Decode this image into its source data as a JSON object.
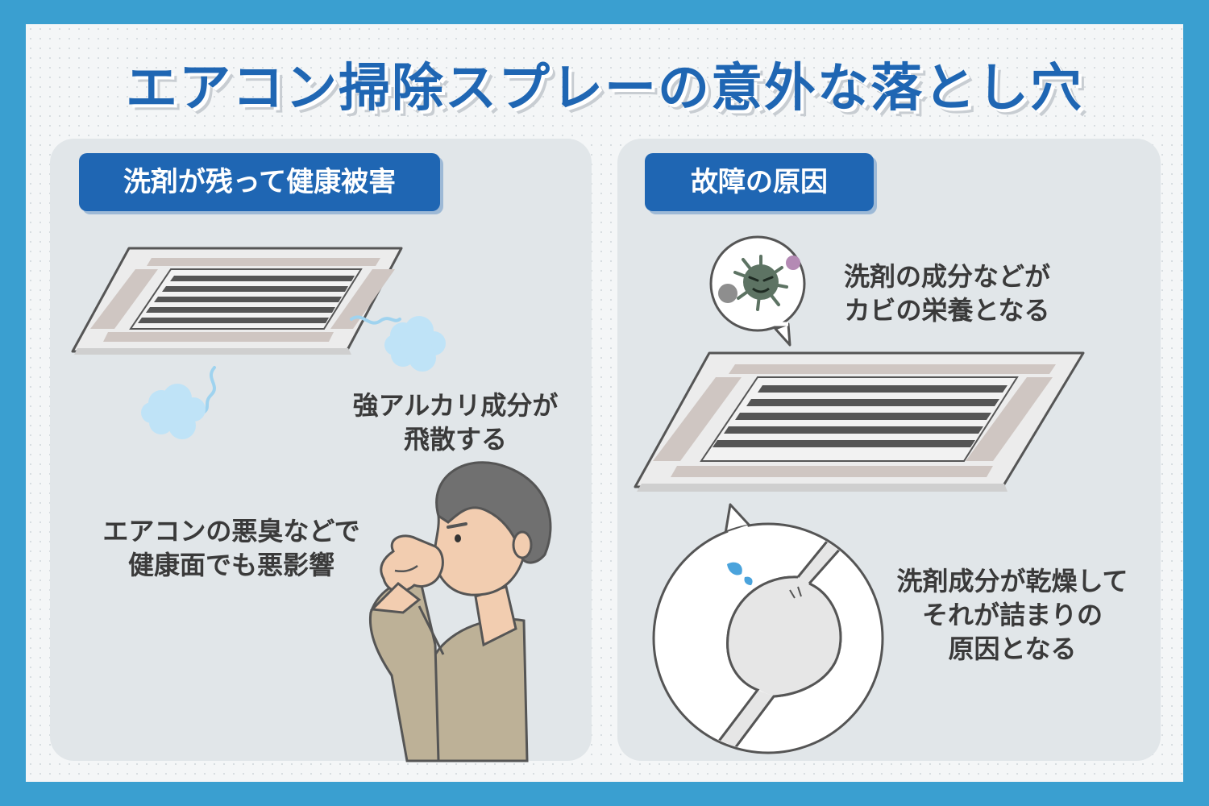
{
  "title": "エアコン掃除スプレーの意外な落とし穴",
  "left_panel": {
    "heading": "洗剤が残って健康被害",
    "note_alkali": [
      "強アルカリ成分が",
      "飛散する"
    ],
    "note_health": [
      "エアコンの悪臭などで",
      "健康面でも悪影響"
    ]
  },
  "right_panel": {
    "heading": "故障の原因",
    "note_mold": [
      "洗剤の成分などが",
      "カビの栄養となる"
    ],
    "note_clog": [
      "洗剤成分が乾燥して",
      "それが詰まりの",
      "原因となる"
    ]
  },
  "colors": {
    "frame": "#3a9fd0",
    "title": "#1f66b3",
    "panel": "#e1e6e9",
    "tag": "#1f66b3",
    "text": "#3a3a3a",
    "cloud": "#bfe3f7",
    "germ": "#5d7363"
  },
  "icons": [
    "ceiling-ac-unit",
    "spray-mist-cloud",
    "person-covering-nose",
    "germ-icon",
    "speech-bubble",
    "pipe-clog-closeup",
    "water-drop-icon"
  ]
}
